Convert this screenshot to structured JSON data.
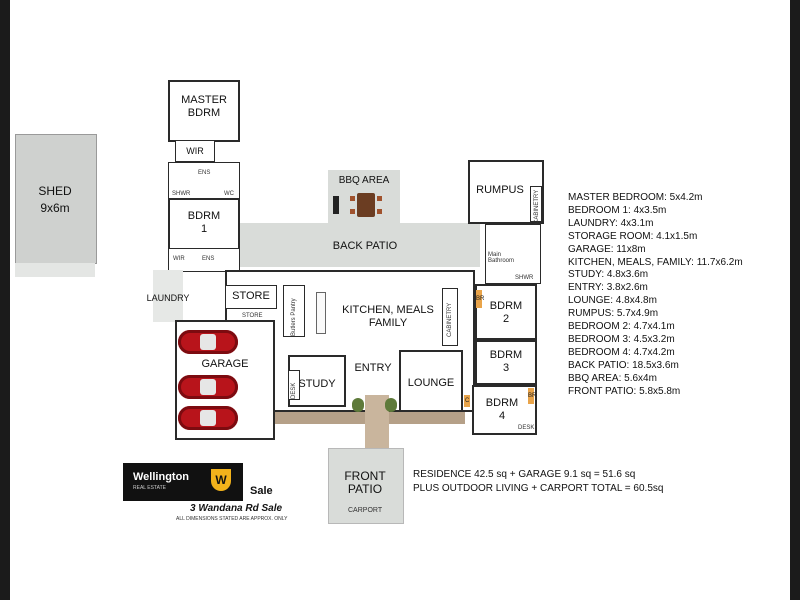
{
  "rooms": {
    "shed": "SHED",
    "shed_size": "9x6m",
    "master": "MASTER\nBDRM",
    "wir": "WIR",
    "ens": "ENS",
    "shwr": "SHWR",
    "wc": "WC",
    "bdrm1": "BDRM\n1",
    "wir_small": "WIR",
    "laundry": "LAUNDRY",
    "store": "STORE",
    "store_small": "STORE",
    "butlers": "Butlers Pantry",
    "garage": "GARAGE",
    "bbq": "BBQ AREA",
    "back_patio": "BACK PATIO",
    "kitchen": "KITCHEN, MEALS\nFAMILY",
    "cabinetry": "CABINETRY",
    "cabinetry2": "CABINETRY",
    "rumpus": "RUMPUS",
    "main_bath": "Main Bathroom",
    "shwr2": "SHWR",
    "bdrm2": "BDRM\n2",
    "bdrm3": "BDRM\n3",
    "bdrm4": "BDRM\n4",
    "study": "STUDY",
    "entry": "ENTRY",
    "lounge": "LOUNGE",
    "desk": "DESK",
    "desk2": "DESK",
    "front_patio": "FRONT\nPATIO",
    "carport": "CARPORT",
    "br": "BR",
    "c": "C"
  },
  "dimensions": [
    "MASTER BEDROOM: 5x4.2m",
    "BEDROOM 1: 4x3.5m",
    "LAUNDRY: 4x3.1m",
    "STORAGE ROOM: 4.1x1.5m",
    "GARAGE: 11x8m",
    "KITCHEN, MEALS, FAMILY: 11.7x6.2m",
    "STUDY: 4.8x3.6m",
    "ENTRY: 3.8x2.6m",
    "LOUNGE: 4.8x4.8m",
    "RUMPUS: 5.7x4.9m",
    "BEDROOM 2: 4.7x4.1m",
    "BEDROOM 3: 4.5x3.2m",
    "BEDROOM 4: 4.7x4.2m",
    "BACK PATIO: 18.5x3.6m",
    "BBQ AREA: 5.6x4m",
    "FRONT PATIO: 5.8x5.8m"
  ],
  "totals": {
    "line1": "RESIDENCE 42.5 sq + GARAGE 9.1 sq = 51.6 sq",
    "line2": "PLUS OUTDOOR LIVING + CARPORT TOTAL = 60.5sq"
  },
  "agency": {
    "name": "Wellington",
    "sub": "REAL ESTATE",
    "badge": "W",
    "sale": "Sale",
    "address": "3 Wandana Rd Sale",
    "disclaimer": "ALL DIMENSIONS STATED ARE APPROX. ONLY"
  },
  "colors": {
    "car": "#b8141b",
    "deck": "#b5a088",
    "patio": "#d9dcd9",
    "logo_bg": "#111111",
    "logo_badge": "#f2b21b"
  }
}
